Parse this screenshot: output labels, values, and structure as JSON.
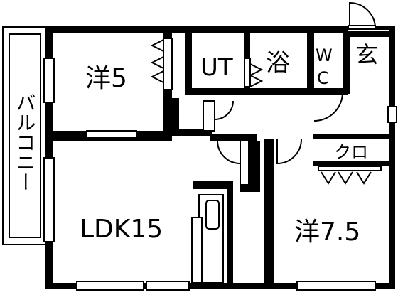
{
  "rooms": {
    "western_5": "洋5",
    "utility": "UT",
    "bath": "浴",
    "toilet_w": "W",
    "toilet_c": "C",
    "entrance": "玄",
    "balcony": "バルコニー",
    "closet": "クロ",
    "ldk": "LDK15",
    "western_7_5": "洋7.5"
  }
}
